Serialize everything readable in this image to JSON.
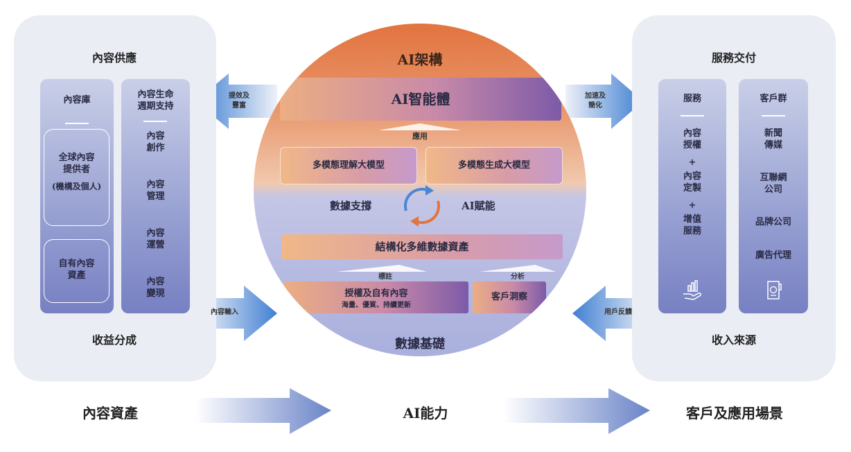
{
  "left_panel": {
    "top_heading": "內容供應",
    "bottom_heading": "收益分成",
    "col1": {
      "title": "內容庫",
      "box1_line1": "全球內容",
      "box1_line2": "提供者",
      "box1_line3": "(機構及個人)",
      "box2_line1": "自有內容",
      "box2_line2": "資產"
    },
    "col2": {
      "title": "內容生命\n週期支持",
      "items": [
        "內容\n創作",
        "內容\n管理",
        "內容\n運營",
        "內容\n變現"
      ]
    }
  },
  "right_panel": {
    "top_heading": "服務交付",
    "bottom_heading": "收入來源",
    "col1": {
      "title": "服務",
      "items": [
        "內容\n授權",
        "+",
        "內容\n定製",
        "+",
        "增值\n服務"
      ],
      "icon": "hand-chart-icon"
    },
    "col2": {
      "title": "客戶群",
      "items": [
        "新聞\n傳媒",
        "互聯網\n公司",
        "品牌公司",
        "廣告代理"
      ],
      "icon": "document-icon"
    }
  },
  "arrows": {
    "left_top": "提效及\n豐富",
    "left_bottom": "內容輸入",
    "right_top": "加速及\n簡化",
    "right_bottom": "用戶反饋"
  },
  "circle": {
    "top_title": "AI架構",
    "agent_bar": "AI智能體",
    "apply_label": "應用",
    "model_left": "多模態理解大模型",
    "model_right": "多模態生成大模型",
    "cycle_left": "數據支撐",
    "cycle_right": "AI賦能",
    "asset_bar": "結構化多維數據資產",
    "annotate_label": "標註",
    "analyze_label": "分析",
    "licensed_line1": "授權及自有內容",
    "licensed_line2": "海量、優質、持續更新",
    "insight": "客戶洞察",
    "bottom_title": "數據基礎"
  },
  "bottom": {
    "left": "內容資產",
    "middle": "AI能力",
    "right": "客戶及應用場景"
  },
  "colors": {
    "orange": "#e2743f",
    "purple": "#7d5aa8",
    "blue_arrow": "#4a86d6",
    "panel_bg": "#eaedf4"
  }
}
